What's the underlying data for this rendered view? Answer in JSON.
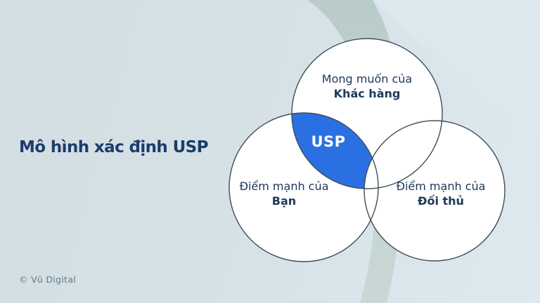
{
  "slide": {
    "title": "Mô hình xác định USP",
    "footer": "© Vũ Digital"
  },
  "venn": {
    "usp_label": "USP",
    "circles": [
      {
        "id": "customer",
        "line1": "Mong muốn của",
        "line2": "Khác hàng"
      },
      {
        "id": "you",
        "line1": "Điểm mạnh của",
        "line2": "Bạn"
      },
      {
        "id": "competitor",
        "line1": "Điểm mạnh của",
        "line2": "Đối thủ"
      }
    ]
  },
  "colors": {
    "accent_blue": "#2b70e2",
    "title_navy": "#1b3c6d",
    "label_navy": "#20395b",
    "circle_fill": "#ffffff",
    "circle_stroke": "#3f4d57",
    "background_left": "#d2dee2",
    "background_right": "#dde9ef",
    "swoosh_band": "#bccecb",
    "footer_text": "#5e7b8b"
  }
}
